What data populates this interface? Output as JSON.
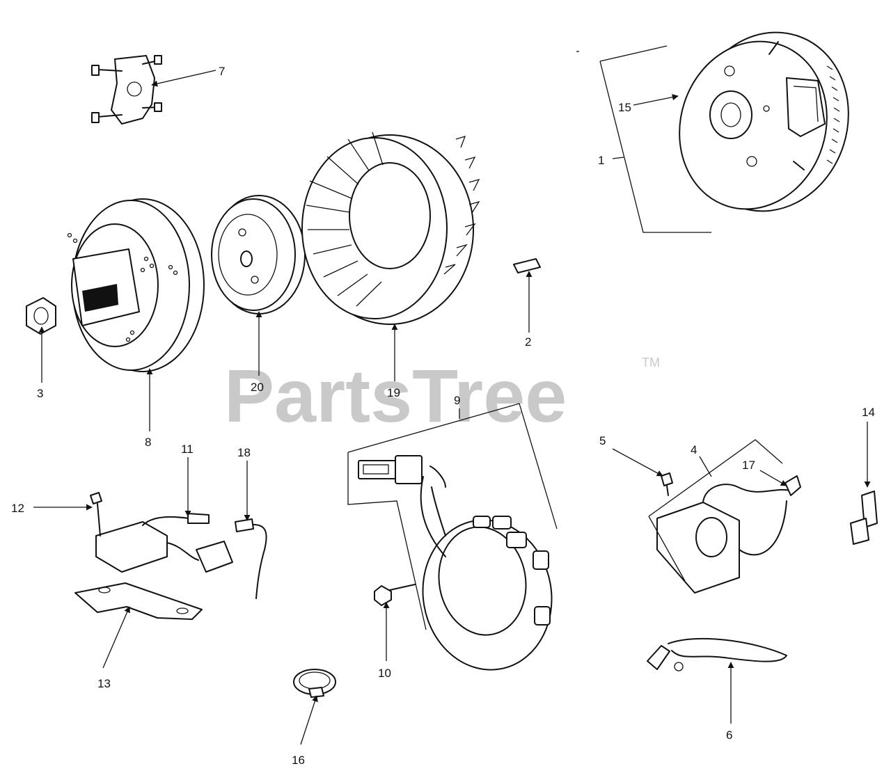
{
  "watermark": {
    "text": "PartsTree",
    "trademark": "TM"
  },
  "callouts": [
    {
      "key": "c1",
      "label": "1"
    },
    {
      "key": "c2",
      "label": "2"
    },
    {
      "key": "c3",
      "label": "3"
    },
    {
      "key": "c4",
      "label": "4"
    },
    {
      "key": "c5",
      "label": "5"
    },
    {
      "key": "c6",
      "label": "6"
    },
    {
      "key": "c7",
      "label": "7"
    },
    {
      "key": "c8",
      "label": "8"
    },
    {
      "key": "c9",
      "label": "9"
    },
    {
      "key": "c10",
      "label": "10"
    },
    {
      "key": "c11",
      "label": "11"
    },
    {
      "key": "c12",
      "label": "12"
    },
    {
      "key": "c13",
      "label": "13"
    },
    {
      "key": "c14",
      "label": "14"
    },
    {
      "key": "c15",
      "label": "15"
    },
    {
      "key": "c16",
      "label": "16"
    },
    {
      "key": "c17",
      "label": "17"
    },
    {
      "key": "c18",
      "label": "18"
    },
    {
      "key": "c19",
      "label": "19"
    },
    {
      "key": "c20",
      "label": "20"
    }
  ]
}
